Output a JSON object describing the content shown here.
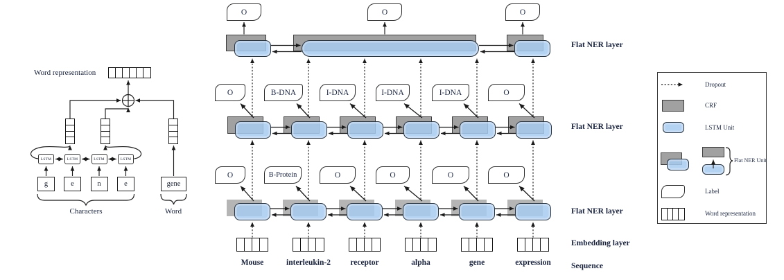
{
  "left_panel": {
    "title": "Word representation",
    "chars": [
      "g",
      "e",
      "n",
      "e"
    ],
    "lstm_label": "LSTM",
    "word": "gene",
    "captions": {
      "characters": "Characters",
      "word": "Word"
    }
  },
  "middle": {
    "top_labels": [
      "O",
      "O",
      "O"
    ],
    "ner2_labels": [
      "O",
      "B-DNA",
      "I-DNA",
      "I-DNA",
      "I-DNA",
      "O"
    ],
    "ner1_labels": [
      "O",
      "B-Protein",
      "O",
      "O",
      "O",
      "O"
    ],
    "sequence": [
      "Mouse",
      "interleukin-2",
      "receptor",
      "alpha",
      "gene",
      "expression"
    ],
    "layer_labels": {
      "flat_top": "Flat NER layer",
      "flat_mid": "Flat NER layer",
      "flat_bottom": "Flat NER layer",
      "embedding": "Embedding layer",
      "sequence": "Sequence"
    }
  },
  "legend": {
    "items": [
      {
        "label": "Dropout"
      },
      {
        "label": "CRF"
      },
      {
        "label": "LSTM Unit"
      },
      {
        "label": "Flat NER Unit"
      },
      {
        "label": "Label"
      },
      {
        "label": "Word representation"
      }
    ]
  },
  "colors": {
    "lstm_fill": "#a7caf0",
    "crf_fill": "#a1a1a1",
    "crf_fill_light": "#b5b5b5",
    "line": "#1a1a1a"
  }
}
